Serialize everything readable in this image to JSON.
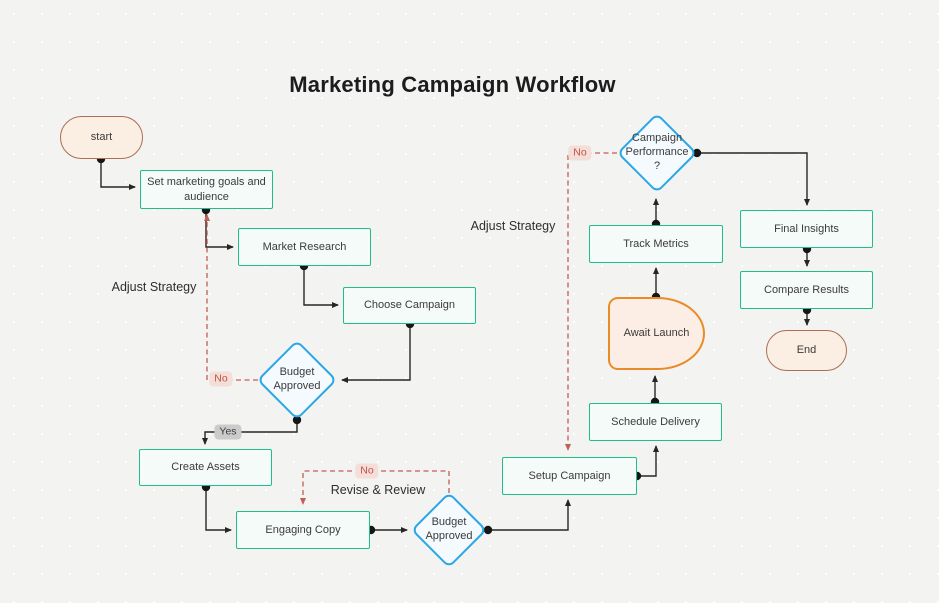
{
  "title": "Marketing Campaign Workflow",
  "nodes": {
    "start": "start",
    "set_goals": "Set marketing goals and audience",
    "market_research": "Market Research",
    "choose_campaign": "Choose Campaign",
    "budget_approved_1": "Budget Approved",
    "create_assets": "Create Assets",
    "engaging_copy": "Engaging Copy",
    "budget_approved_2": "Budget Approved",
    "setup_campaign": "Setup Campaign",
    "schedule_delivery": "Schedule Delivery",
    "await_launch": "Await Launch",
    "track_metrics": "Track Metrics",
    "campaign_performance": "Campaign Performance ?",
    "final_insights": "Final Insights",
    "compare_results": "Compare Results",
    "end": "End"
  },
  "edge_labels": {
    "no_budget_1": "No",
    "yes_budget_1": "Yes",
    "no_budget_2": "No",
    "no_performance": "No",
    "adjust_strategy_left": "Adjust Strategy",
    "adjust_strategy_right": "Adjust Strategy",
    "revise_review": "Revise & Review"
  },
  "colors": {
    "canvas_bg": "#f3f3f1",
    "process_border": "#1fbd8e",
    "process_fill": "#f5fbf8",
    "decision_border": "#2ba7e8",
    "decision_fill": "#f4fafd",
    "terminal_border": "#ac6f55",
    "terminal_fill": "#fbeee3",
    "delay_border": "#e98b26",
    "delay_fill": "#fceee5",
    "connector": "#262626",
    "no_edge": "#c25f52",
    "no_label_bg": "#f5ddd8",
    "yes_label_bg": "#cbcbcb"
  }
}
